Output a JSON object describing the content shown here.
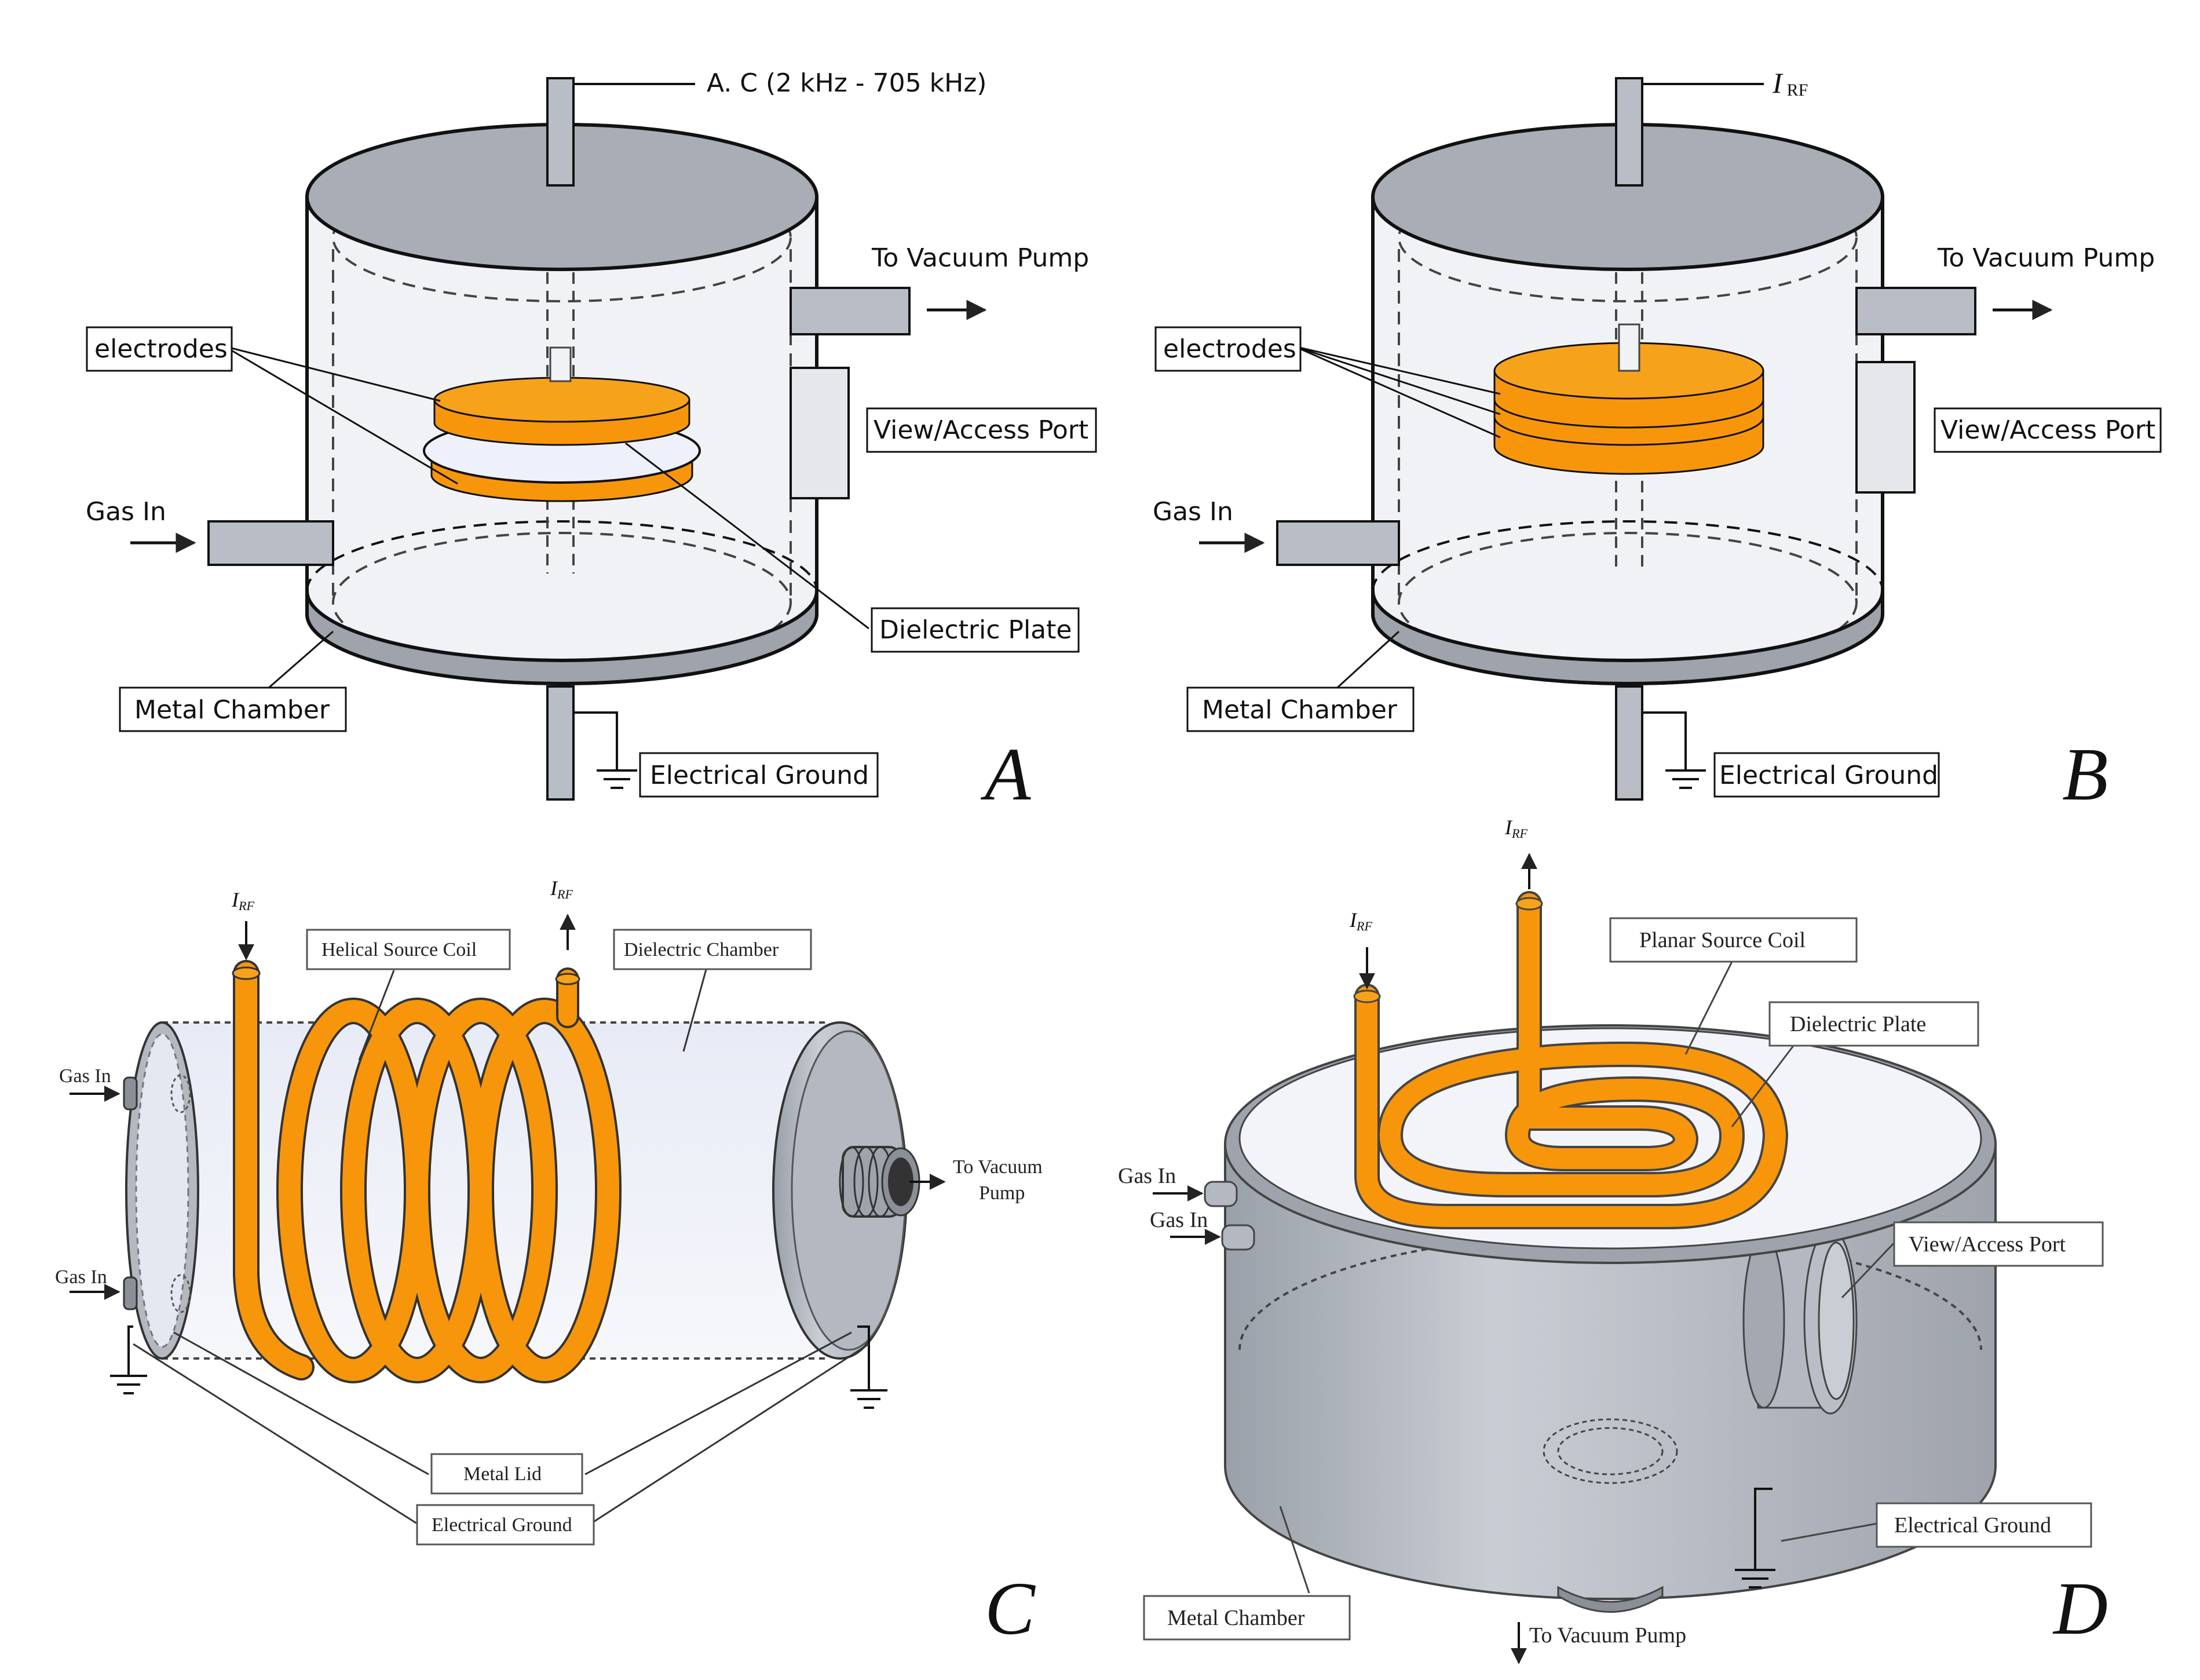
{
  "colors": {
    "metal": "#c3c7cf",
    "metal_dark": "#8a8f98",
    "glass": "#eef0f6",
    "electrode": "#f7960b",
    "dielectric": "#eef1fb",
    "line": "#222222"
  },
  "panel_a": {
    "supply_label": "A. C (2 kHz - 705 kHz)",
    "vacuum_label": "To Vacuum Pump",
    "electrodes_label": "electrodes",
    "port_label": "View/Access Port",
    "gas_label": "Gas In",
    "dielectric_label": "Dielectric Plate",
    "chamber_label": "Metal Chamber",
    "ground_label": "Electrical Ground",
    "panel_letter": "A"
  },
  "panel_b": {
    "supply_label_main": "I",
    "supply_label_sub": "RF",
    "vacuum_label": "To Vacuum Pump",
    "electrodes_label": "electrodes",
    "port_label": "View/Access Port",
    "gas_label": "Gas In",
    "chamber_label": "Metal Chamber",
    "ground_label": "Electrical Ground",
    "panel_letter": "B"
  },
  "panel_c": {
    "irf_in_main": "I",
    "irf_in_sub": "RF",
    "irf_out_main": "I",
    "irf_out_sub": "RF",
    "coil_label": "Helical Source Coil",
    "chamber_label": "Dielectric Chamber",
    "gas_label_1": "Gas In",
    "gas_label_2": "Gas In",
    "vacuum_label_1": "To Vacuum",
    "vacuum_label_2": "Pump",
    "lid_label": "Metal Lid",
    "ground_label": "Electrical Ground",
    "panel_letter": "C"
  },
  "panel_d": {
    "irf_out_main": "I",
    "irf_out_sub": "RF",
    "irf_in_main": "I",
    "irf_in_sub": "RF",
    "coil_label": "Planar Source Coil",
    "plate_label": "Dielectric Plate",
    "gas_label_1": "Gas In",
    "gas_label_2": "Gas In",
    "port_label": "View/Access Port",
    "ground_label": "Electrical Ground",
    "chamber_label": "Metal Chamber",
    "vacuum_label": "To Vacuum Pump",
    "panel_letter": "D"
  }
}
